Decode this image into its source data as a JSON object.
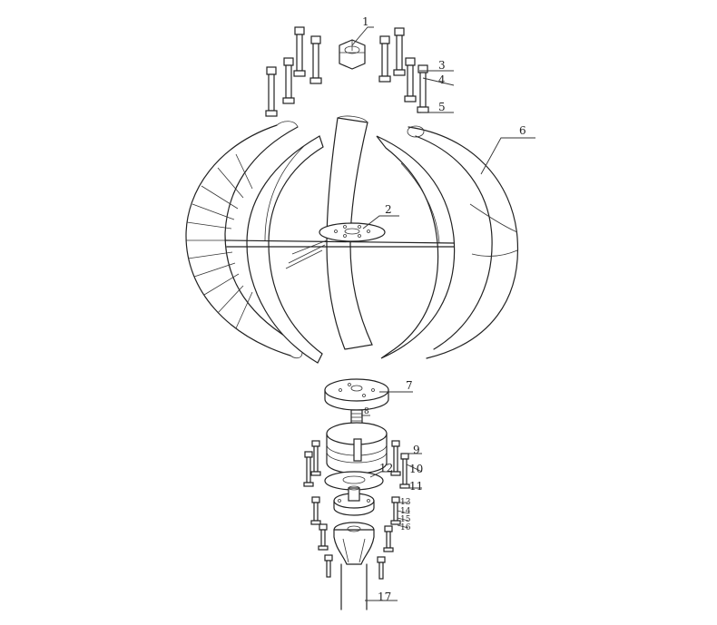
{
  "labels": {
    "p1": "1",
    "p2": "2",
    "p3": "3",
    "p4": "4",
    "p5": "5",
    "p6": "6",
    "p7": "7",
    "p8": "8",
    "p9": "9",
    "p10": "10",
    "p11": "11",
    "p12": "12",
    "p13": "13",
    "p14": "14",
    "p15": "15",
    "p16": "16",
    "p17": "17"
  }
}
